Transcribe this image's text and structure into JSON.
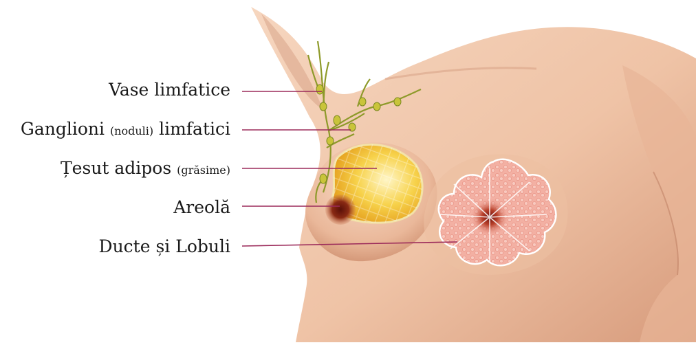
{
  "labels": [
    {
      "id": "lymph-vessels",
      "main": "Vase limfatice",
      "note": "",
      "tail": ""
    },
    {
      "id": "lymph-nodes",
      "main": "Ganglioni",
      "note": "(noduli)",
      "tail": "limfatici"
    },
    {
      "id": "adipose-tissue",
      "main": "Țesut adipos",
      "note": "(grăsime)",
      "tail": ""
    },
    {
      "id": "areola",
      "main": "Areolă",
      "note": "",
      "tail": ""
    },
    {
      "id": "ducts-lobules",
      "main": "Ducte și Lobuli",
      "note": "",
      "tail": ""
    }
  ],
  "colors": {
    "leader_line": "#9b2a5a",
    "skin_light": "#f3cdb3",
    "skin_mid": "#e3ab8c",
    "skin_shadow": "#c98a6e",
    "fat_yellow": "#f6c940",
    "fat_orange": "#e49a1e",
    "lymph_green": "#8e9a2a",
    "node_yellow": "#c9c43a",
    "lobule_pink": "#f2a79b",
    "nipple_dark": "#7a1e12"
  }
}
